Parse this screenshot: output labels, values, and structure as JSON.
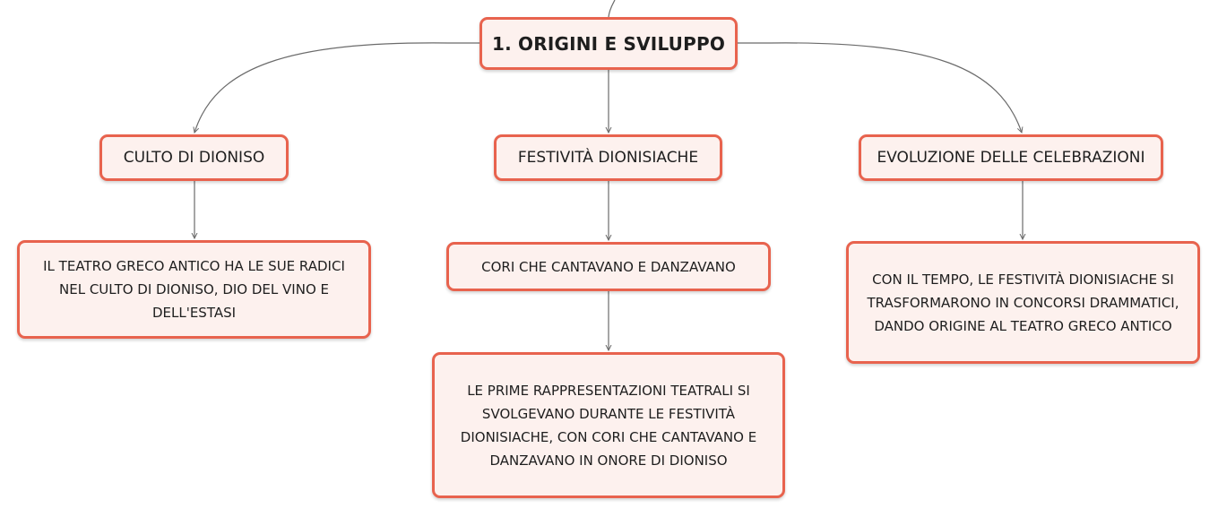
{
  "map": {
    "root": {
      "label": "1. ORIGINI E SVILUPPO"
    },
    "topics": [
      {
        "label": "CULTO DI DIONISO",
        "details": [
          "IL TEATRO GRECO ANTICO HA LE SUE RADICI NEL CULTO DI DIONISO, DIO DEL VINO E DELL'ESTASI"
        ]
      },
      {
        "label": "FESTIVITÀ DIONISIACHE",
        "details": [
          "CORI CHE CANTAVANO E DANZAVANO",
          "LE PRIME RAPPRESENTAZIONI TEATRALI SI SVOLGEVANO DURANTE LE FESTIVITÀ DIONISIACHE, CON CORI CHE CANTAVANO E DANZAVANO IN ONORE DI DIONISO"
        ]
      },
      {
        "label": "EVOLUZIONE DELLE CELEBRAZIONI",
        "details": [
          "CON IL TEMPO, LE FESTIVITÀ DIONISIACHE SI TRASFORMARONO IN CONCORSI DRAMMATICI, DANDO ORIGINE AL TEATRO GRECO ANTICO"
        ]
      }
    ]
  },
  "colors": {
    "node_border": "#e8634e",
    "node_fill": "#fdf1ee",
    "connector": "#6b6b6b"
  }
}
